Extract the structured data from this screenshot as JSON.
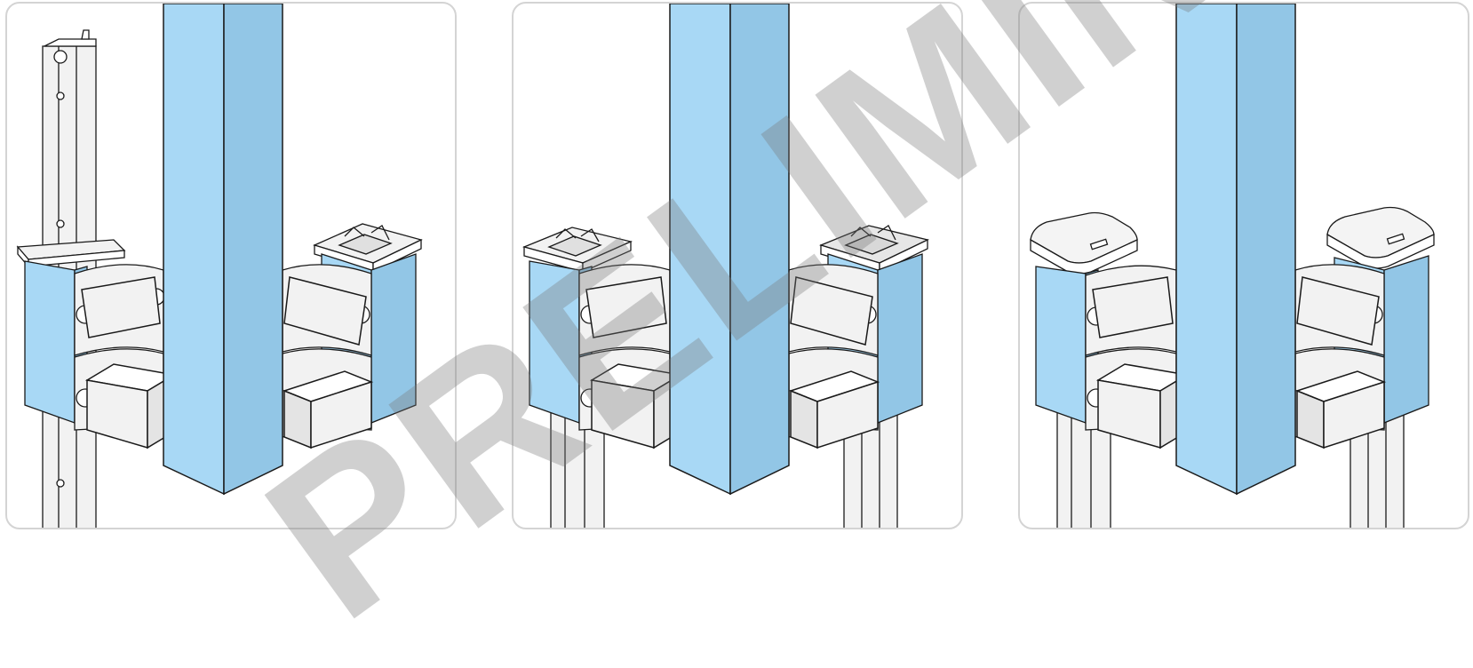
{
  "figure": {
    "panels": [
      {
        "id": "step-1",
        "left_part": "bracket-with-rail",
        "right_part": "open-socket"
      },
      {
        "id": "step-2",
        "left_part": "open-socket",
        "right_part": "open-socket"
      },
      {
        "id": "step-3",
        "left_part": "closed-cap",
        "right_part": "closed-cap"
      }
    ],
    "colors": {
      "post_light": "#a8d8f5",
      "post_dark": "#92c6e6",
      "outline": "#1a1a1a",
      "part_fill": "#f2f2f2",
      "panel_border": "#d4d4d4"
    },
    "watermark": "PRELIMINARY"
  }
}
